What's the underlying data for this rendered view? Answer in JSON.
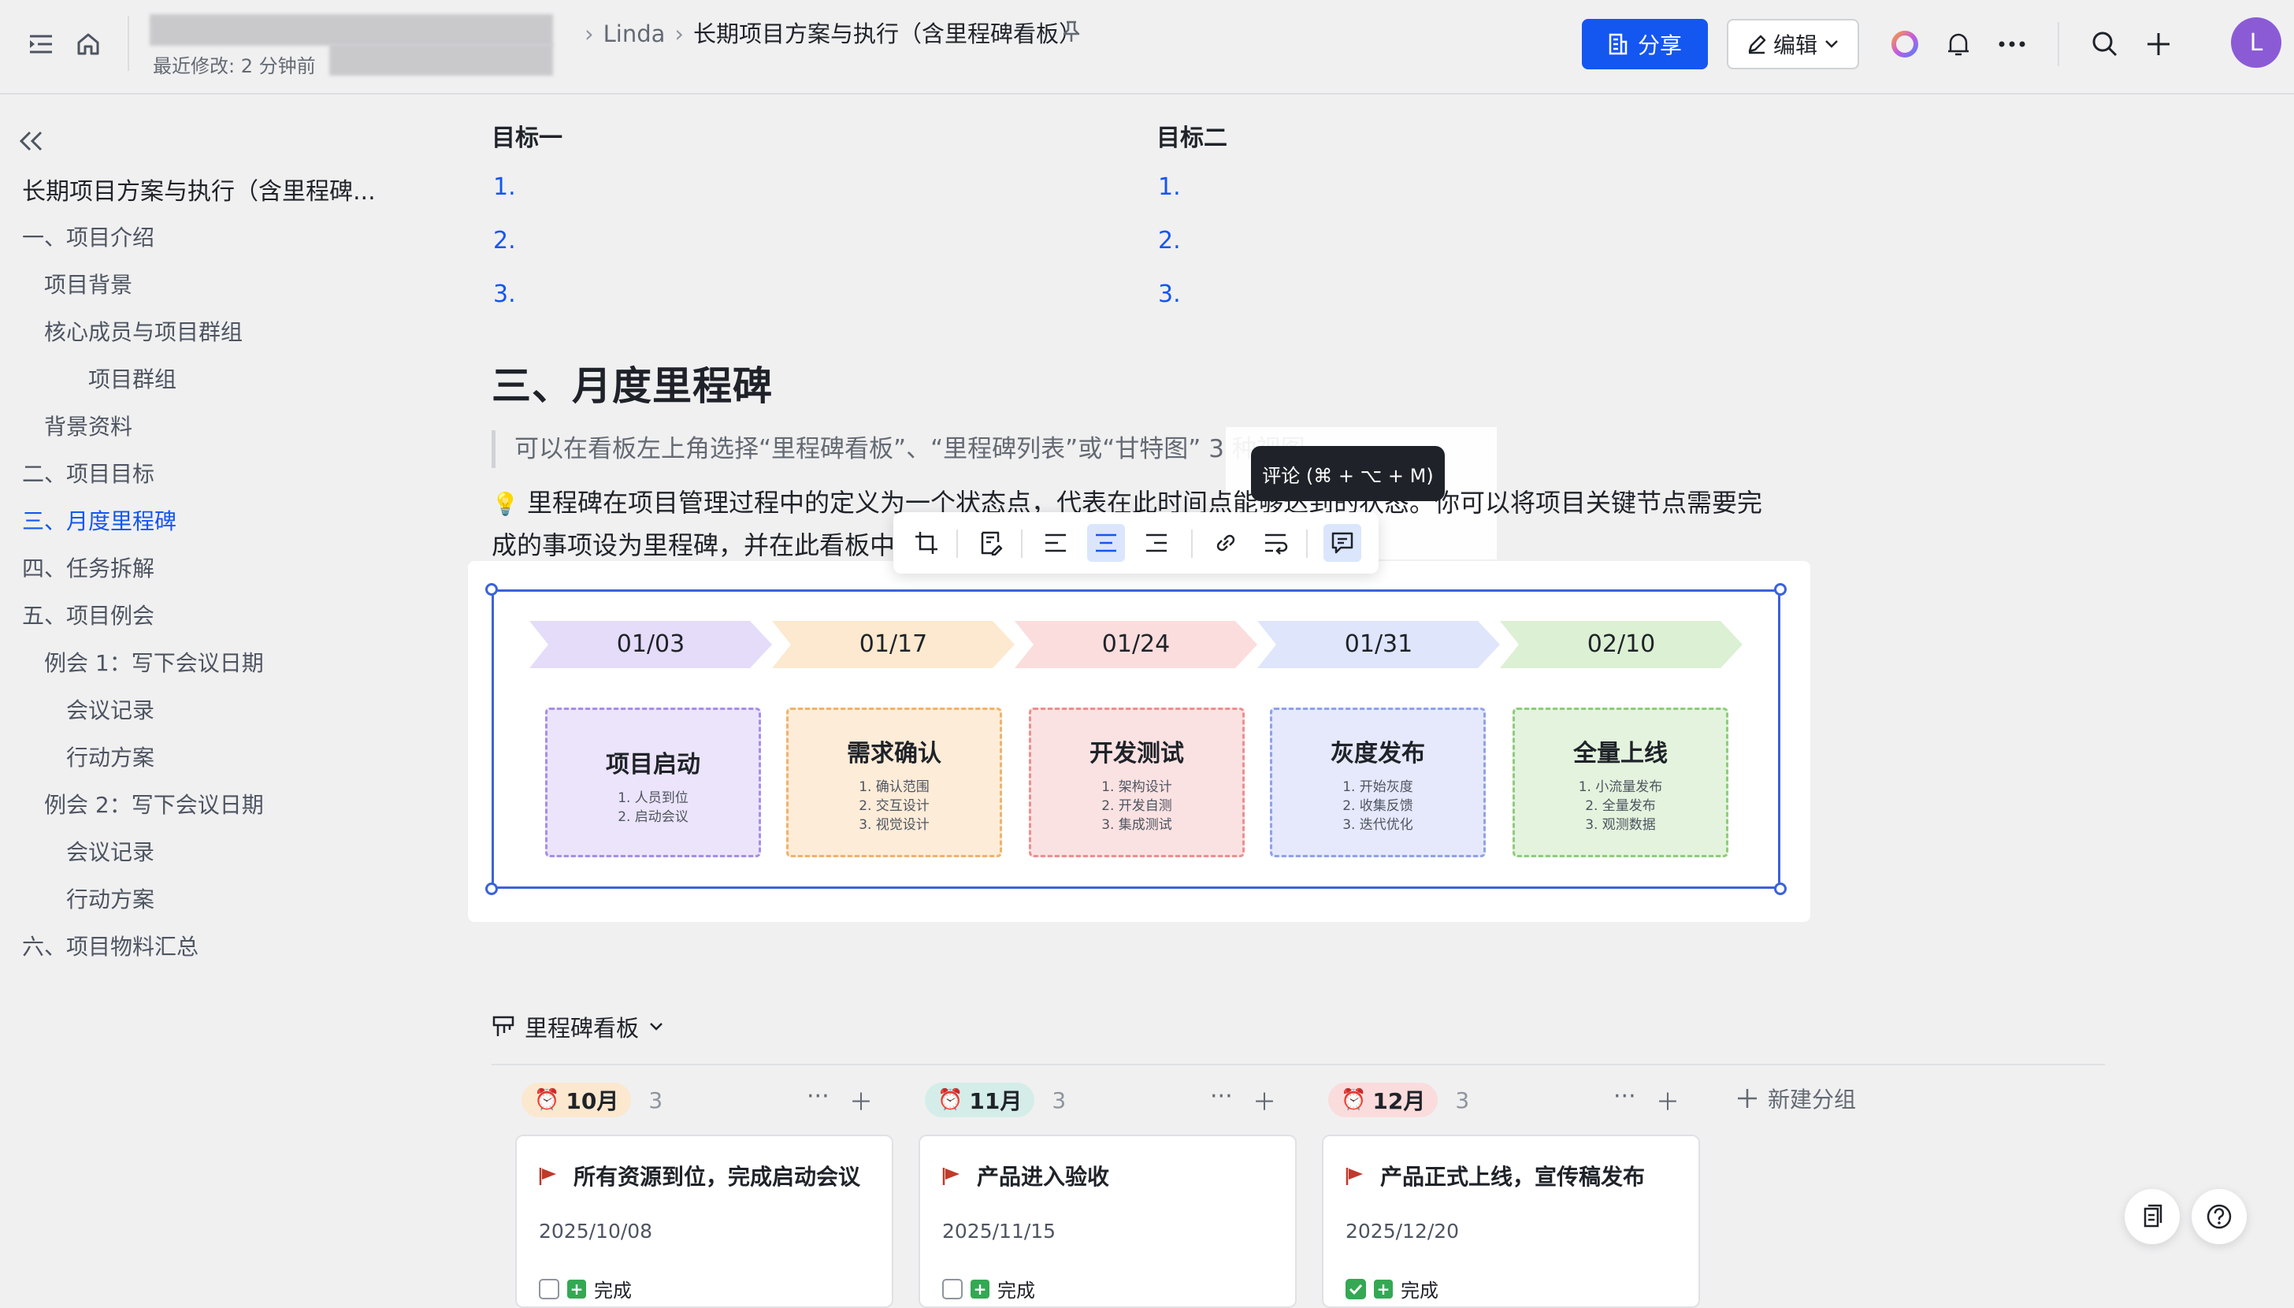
{
  "topbar": {
    "breadcrumb_user": "Linda",
    "doc_title": "长期项目方案与执行（含里程碑看板）",
    "last_modified": "最近修改: 2 分钟前",
    "share_label": "分享",
    "edit_label": "编辑",
    "avatar_letter": "L"
  },
  "sidebar": {
    "root": "长期项目方案与执行（含里程碑...",
    "items": [
      {
        "label": "一、项目介绍",
        "level": 1
      },
      {
        "label": "项目背景",
        "level": 2
      },
      {
        "label": "核心成员与项目群组",
        "level": 2
      },
      {
        "label": "项目群组",
        "level": 3
      },
      {
        "label": "背景资料",
        "level": 2
      },
      {
        "label": "二、项目目标",
        "level": 1
      },
      {
        "label": "三、月度里程碑",
        "level": 1,
        "active": true
      },
      {
        "label": "四、任务拆解",
        "level": 1
      },
      {
        "label": "五、项目例会",
        "level": 1
      },
      {
        "label": "例会 1：写下会议日期",
        "level": 2
      },
      {
        "label": "会议记录",
        "level": 3
      },
      {
        "label": "行动方案",
        "level": 3
      },
      {
        "label": "例会 2：写下会议日期",
        "level": 2
      },
      {
        "label": "会议记录",
        "level": 3
      },
      {
        "label": "行动方案",
        "level": 3
      },
      {
        "label": "六、项目物料汇总",
        "level": 1
      }
    ]
  },
  "goals": {
    "goal1_title": "目标一",
    "goal2_title": "目标二",
    "numbers": [
      "1.",
      "2.",
      "3."
    ]
  },
  "section": {
    "heading": "三、月度里程碑",
    "quote": "可以在看板左上角选择“里程碑看板”、“里程碑列表”或“甘特图” 3 种视图",
    "tip_line1": "里程碑在项目管理过程中的定义为一个状态点，代表在此时间点能够达到的状态。你可以将项目关键节点需要完",
    "tip_line2": "成的事项设为里程碑，并在此看板中"
  },
  "tooltip": "评论 (⌘ + ⌥ + M)",
  "image_toolbar": [
    "crop-icon",
    "caption-icon",
    "align-left-icon",
    "align-center-icon",
    "align-right-icon",
    "link-icon",
    "text-wrap-icon",
    "comment-icon"
  ],
  "milestone_image": {
    "dates": [
      "01/03",
      "01/17",
      "01/24",
      "01/31",
      "02/10"
    ],
    "cards": [
      {
        "title": "项目启动",
        "items": [
          "1. 人员到位",
          "2. 启动会议"
        ],
        "color": "#ece4fb",
        "border": "#a58ee6"
      },
      {
        "title": "需求确认",
        "items": [
          "1. 确认范围",
          "2. 交互设计",
          "3. 视觉设计"
        ],
        "color": "#fdecd8",
        "border": "#f0b26b"
      },
      {
        "title": "开发测试",
        "items": [
          "1. 架构设计",
          "2. 开发自测",
          "3. 集成测试"
        ],
        "color": "#fbe2e2",
        "border": "#ec8f8f"
      },
      {
        "title": "灰度发布",
        "items": [
          "1. 开始灰度",
          "2. 收集反馈",
          "3. 迭代优化"
        ],
        "color": "#e5e9fb",
        "border": "#8fa1ea"
      },
      {
        "title": "全量上线",
        "items": [
          "1. 小流量发布",
          "2. 全量发布",
          "3. 观测数据"
        ],
        "color": "#e3f3dd",
        "border": "#8fcb7c"
      }
    ],
    "arrow_colors": [
      "#e5dcf9",
      "#fde9cf",
      "#fbdddd",
      "#dfe5fb",
      "#dcf0d4"
    ]
  },
  "kanban": {
    "title": "里程碑看板",
    "new_group": "新建分组",
    "columns": [
      {
        "month": "10月",
        "count": "3",
        "tag_color": "#fbe8cf",
        "card": {
          "title": "所有资源到位，完成启动会议",
          "date": "2025/10/08",
          "done_label": "完成",
          "checked": false
        }
      },
      {
        "month": "11月",
        "count": "3",
        "tag_color": "#d4ede8",
        "card": {
          "title": "产品进入验收",
          "date": "2025/11/15",
          "done_label": "完成",
          "checked": false
        }
      },
      {
        "month": "12月",
        "count": "3",
        "tag_color": "#fadcdc",
        "card": {
          "title": "产品正式上线，宣传稿发布",
          "date": "2025/12/20",
          "done_label": "完成",
          "checked": true
        }
      }
    ]
  }
}
